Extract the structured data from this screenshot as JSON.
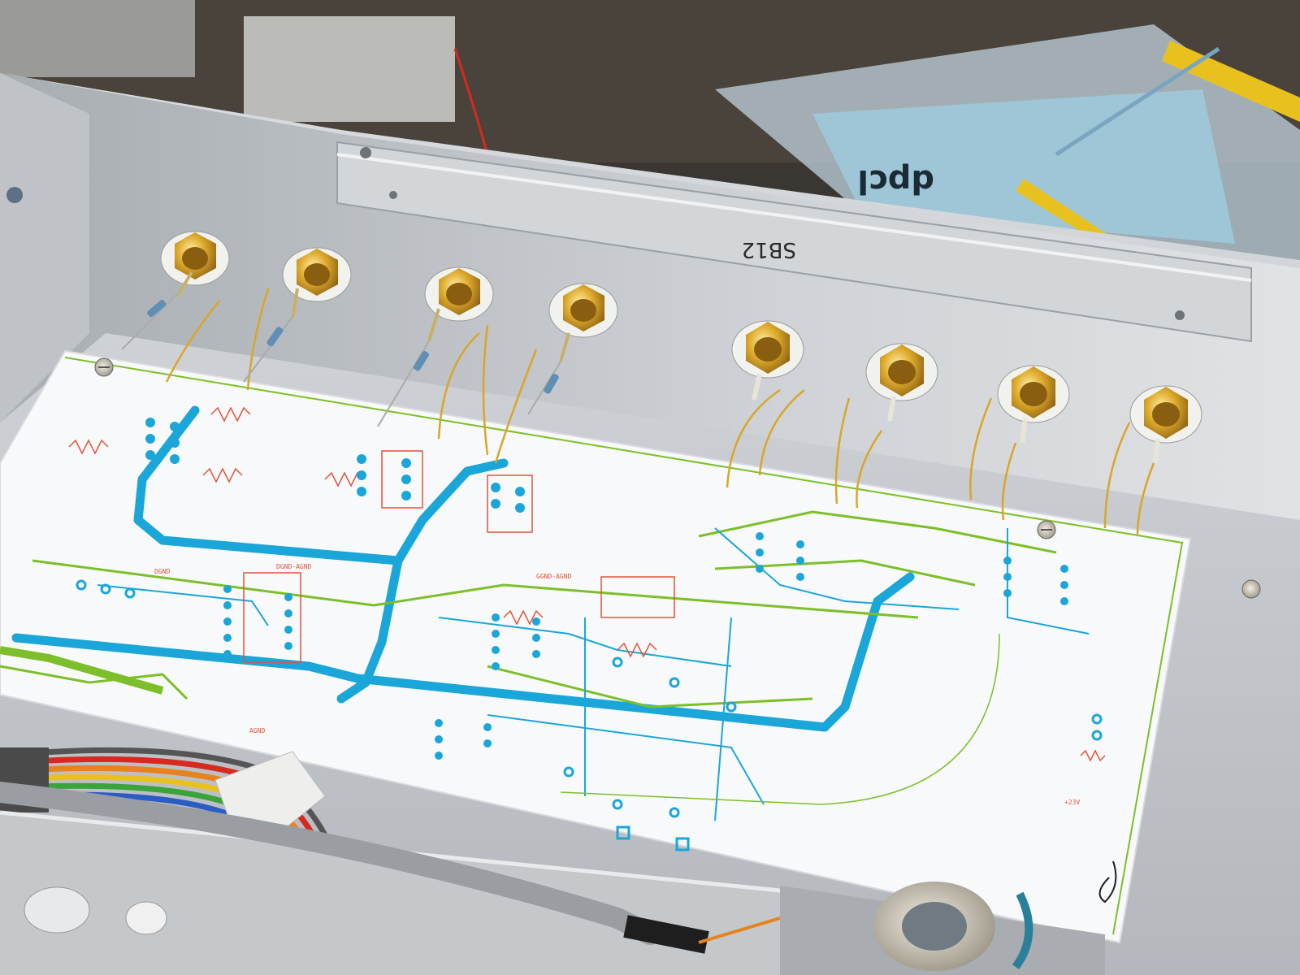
{
  "photo": {
    "subject": "audio-chassis-pcb-layout",
    "colors": {
      "aluminum": "#c9ccd0",
      "aluminum_dark": "#8f9398",
      "paper": "#f8f9fa",
      "trace_cyan": "#1aa6d8",
      "trace_green": "#7cbf2a",
      "silkscreen_red": "#e0533a",
      "gold": "#d8a62a",
      "esd_bag": "#9fc6d6"
    }
  },
  "texts": {
    "panel_marking": "SB12",
    "label_dgnd": "DGND",
    "label_dgnd_agnd_1": "DGND-AGND",
    "label_dgnd_agnd_2": "GGND-AGND",
    "label_agnd": "AGND",
    "label_23v": "+23V",
    "bag_text": "dpcl"
  },
  "objects": {
    "rca_jacks": 8,
    "resistors_on_jacks": 4
  }
}
